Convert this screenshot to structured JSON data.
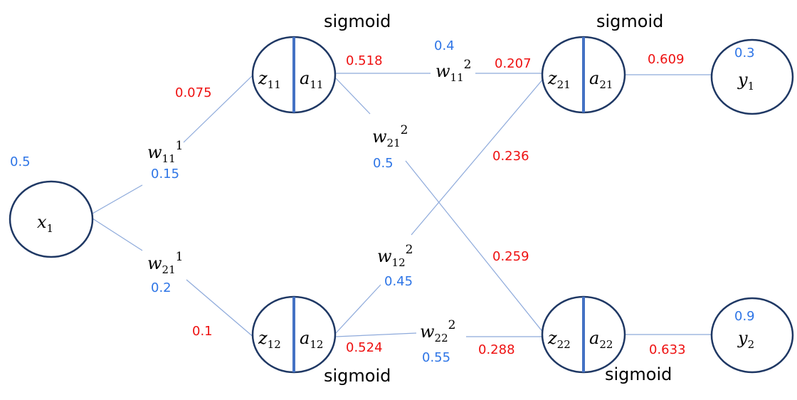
{
  "colors": {
    "node_stroke": "#1f3864",
    "divider": "#4472c4",
    "edge": "#8eaadb",
    "forward_value": "#ee1111",
    "param_value": "#2e75e6"
  },
  "nodes": {
    "x1": {
      "var": "x",
      "sub": "1",
      "value": "0.5"
    },
    "h11": {
      "z_var": "z",
      "z_sub": "11",
      "a_var": "a",
      "a_sub": "11",
      "activation": "sigmoid",
      "a_value": "0.518"
    },
    "h12": {
      "z_var": "z",
      "z_sub": "12",
      "a_var": "a",
      "a_sub": "12",
      "activation": "sigmoid",
      "a_value": "0.524"
    },
    "o21": {
      "z_var": "z",
      "z_sub": "21",
      "a_var": "a",
      "a_sub": "21",
      "activation": "sigmoid",
      "a_value": "0.609"
    },
    "o22": {
      "z_var": "z",
      "z_sub": "22",
      "a_var": "a",
      "a_sub": "22",
      "activation": "sigmoid",
      "a_value": "0.633"
    },
    "y1": {
      "var": "y",
      "sub": "1",
      "target": "0.3"
    },
    "y2": {
      "var": "y",
      "sub": "2",
      "target": "0.9"
    }
  },
  "weights": {
    "w11_1": {
      "var": "w",
      "sub": "11",
      "sup": "1",
      "value": "0.15",
      "product": "0.075"
    },
    "w21_1": {
      "var": "w",
      "sub": "21",
      "sup": "1",
      "value": "0.2",
      "product": "0.1"
    },
    "w11_2": {
      "var": "w",
      "sub": "11",
      "sup": "2",
      "value": "0.4",
      "product": "0.207"
    },
    "w21_2": {
      "var": "w",
      "sub": "21",
      "sup": "2",
      "value": "0.5",
      "product": "0.259"
    },
    "w12_2": {
      "var": "w",
      "sub": "12",
      "sup": "2",
      "value": "0.45",
      "product": "0.236"
    },
    "w22_2": {
      "var": "w",
      "sub": "22",
      "sup": "2",
      "value": "0.55",
      "product": "0.288"
    }
  }
}
